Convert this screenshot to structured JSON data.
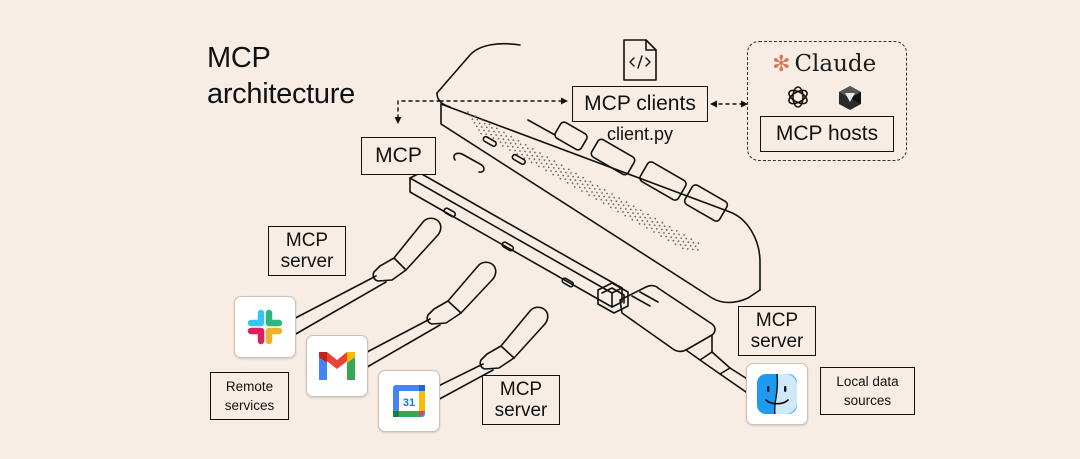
{
  "title": {
    "line1": "MCP",
    "line2": "architecture"
  },
  "labels": {
    "mcp_clients": "MCP clients",
    "client_file": "client.py",
    "mcp": "MCP",
    "mcp_hosts": "MCP hosts",
    "claude": "Claude",
    "server_left": {
      "line1": "MCP",
      "line2": "server"
    },
    "server_bottom": {
      "line1": "MCP",
      "line2": "server"
    },
    "server_right": {
      "line1": "MCP",
      "line2": "server"
    },
    "remote": {
      "line1": "Remote",
      "line2": "services"
    },
    "local": {
      "line1": "Local data",
      "line2": "sources"
    },
    "calendar_day": "31"
  },
  "icons": {
    "code_file": "code-file-icon",
    "claude_logo": "claude-logo-icon",
    "openai_logo": "openai-logo-icon",
    "cursor_logo": "cursor-logo-icon",
    "slack": "slack-icon",
    "gmail": "gmail-icon",
    "calendar": "google-calendar-icon",
    "finder": "finder-icon"
  },
  "colors": {
    "background": "#f8ede4",
    "ink": "#111111",
    "claude_accent": "#d97757"
  }
}
